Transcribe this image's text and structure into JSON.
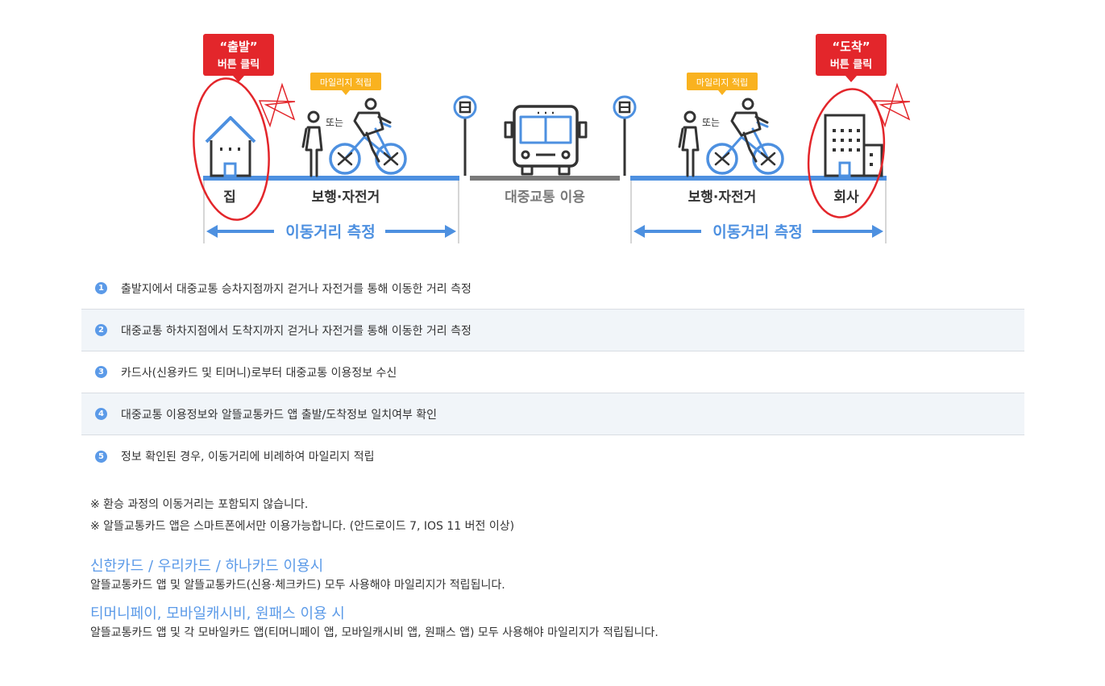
{
  "diagram": {
    "depart_bubble": {
      "quote": "“출발”",
      "text": "버튼 클릭"
    },
    "arrive_bubble": {
      "quote": "“도착”",
      "text": "버튼 클릭"
    },
    "mileage_tag": "마일리지 적립",
    "or_label": "또는",
    "home_label": "집",
    "walk_bike_label": "보행·자전거",
    "transit_label": "대중교통 이용",
    "company_label": "회사",
    "measure_label": "이동거리 측정",
    "colors": {
      "accent": "#4d90e0",
      "red": "#e3262b",
      "tag": "#f9b21f",
      "gray": "#7a7a7a"
    }
  },
  "steps": [
    {
      "num": "1",
      "text": "출발지에서 대중교통 승차지점까지 걷거나 자전거를 통해 이동한 거리 측정"
    },
    {
      "num": "2",
      "text": "대중교통 하차지점에서 도착지까지 걷거나 자전거를 통해 이동한 거리 측정"
    },
    {
      "num": "3",
      "text": "카드사(신용카드 및 티머니)로부터 대중교통 이용정보 수신"
    },
    {
      "num": "4",
      "text": "대중교통 이용정보와 알뜰교통카드 앱 출발/도착정보 일치여부 확인"
    },
    {
      "num": "5",
      "text": "정보 확인된 경우, 이동거리에 비례하여 마일리지 적립"
    }
  ],
  "notes": [
    "※ 환승 과정의 이동거리는 포함되지 않습니다.",
    "※ 알뜰교통카드 앱은 스마트폰에서만 이용가능합니다. (안드로이드 7, IOS 11 버전 이상)"
  ],
  "cards": [
    {
      "title": "신한카드 / 우리카드 / 하나카드 이용시",
      "desc": "알뜰교통카드 앱 및 알뜰교통카드(신용·체크카드) 모두 사용해야 마일리지가 적립됩니다."
    },
    {
      "title": "티머니페이, 모바일캐시비, 원패스 이용 시",
      "desc": "알뜰교통카드 앱 및 각 모바일카드 앱(티머니페이 앱, 모바일캐시비 앱, 원패스 앱) 모두 사용해야 마일리지가 적립됩니다."
    }
  ]
}
